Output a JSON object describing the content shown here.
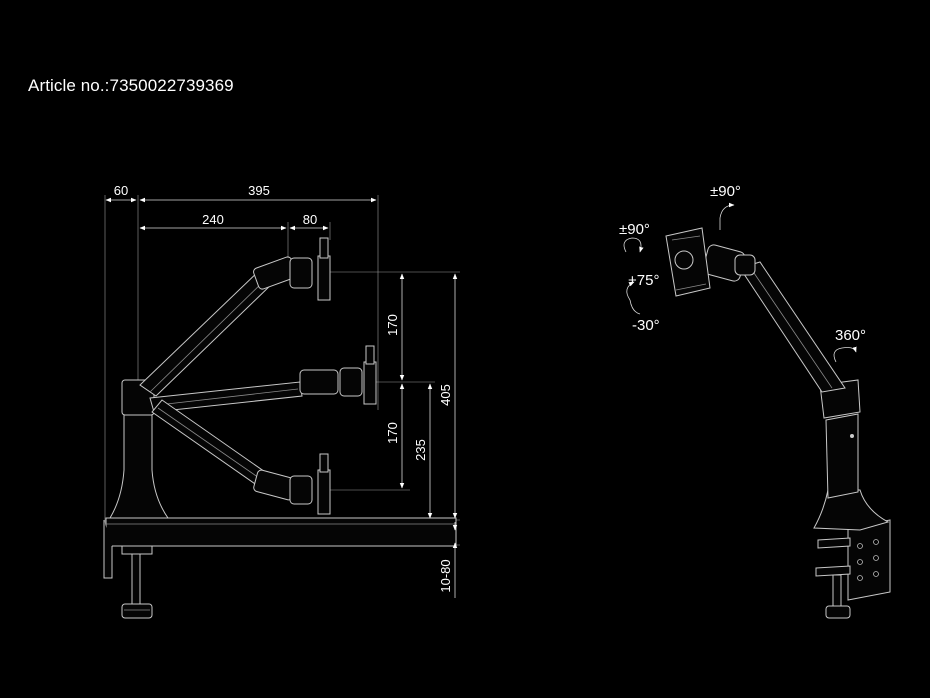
{
  "article": "Article no.:7350022739369",
  "dimensions": {
    "d60": "60",
    "d395": "395",
    "d240": "240",
    "d80": "80",
    "d170a": "170",
    "d170b": "170",
    "d235": "235",
    "d405": "405",
    "d10_80": "10-80"
  },
  "angles": {
    "tilt_top": "±90°",
    "rotate_left": "±90°",
    "tilt_up": "+75°",
    "tilt_down": "-30°",
    "swivel": "360°"
  }
}
